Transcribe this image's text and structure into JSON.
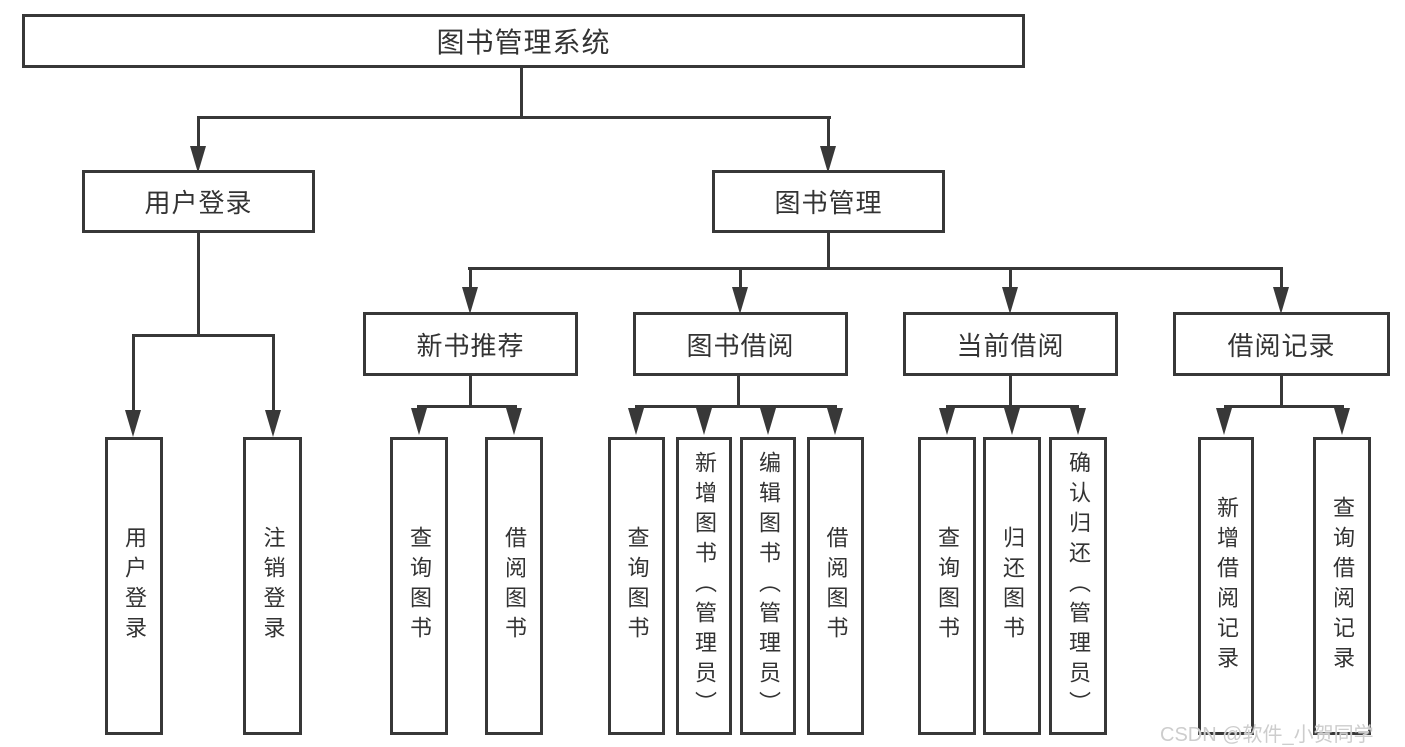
{
  "colors": {
    "line": "#383838",
    "text": "#333333",
    "background": "#ffffff",
    "watermark": "#cdcdcd"
  },
  "diagram": {
    "title": {
      "label": "图书管理系统"
    },
    "level2": [
      {
        "label": "用户登录"
      },
      {
        "label": "图书管理"
      }
    ],
    "level3": [
      {
        "label": "新书推荐"
      },
      {
        "label": "图书借阅"
      },
      {
        "label": "当前借阅"
      },
      {
        "label": "借阅记录"
      }
    ],
    "leaves": {
      "user_login": [
        "用户登录",
        "注销登录"
      ],
      "new_book_recommend": [
        "查询图书",
        "借阅图书"
      ],
      "book_borrow": [
        "查询图书",
        "新增图书（管理员）",
        "编辑图书（管理员）",
        "借阅图书"
      ],
      "current_borrow": [
        "查询图书",
        "归还图书",
        "确认归还（管理员）"
      ],
      "borrow_record": [
        "新增借阅记录",
        "查询借阅记录"
      ]
    }
  },
  "watermark": {
    "text": "CSDN @软件_小贺同学"
  }
}
